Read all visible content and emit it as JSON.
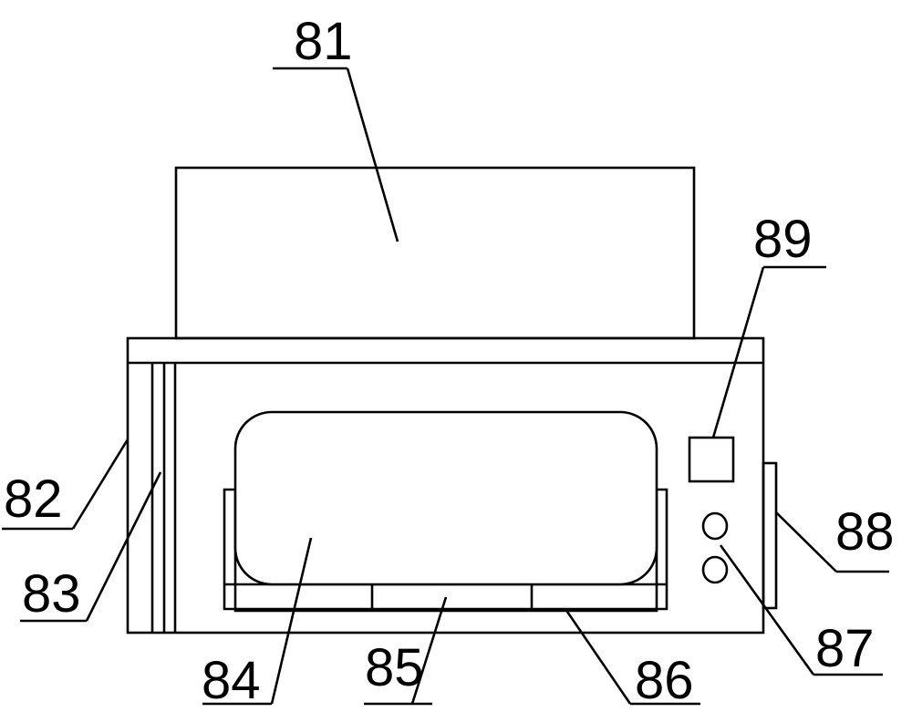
{
  "diagram": {
    "labels": {
      "l81": "81",
      "l82": "82",
      "l83": "83",
      "l84": "84",
      "l85": "85",
      "l86": "86",
      "l87": "87",
      "l88": "88",
      "l89": "89"
    },
    "colors": {
      "stroke": "#000000",
      "background": "#ffffff"
    }
  }
}
